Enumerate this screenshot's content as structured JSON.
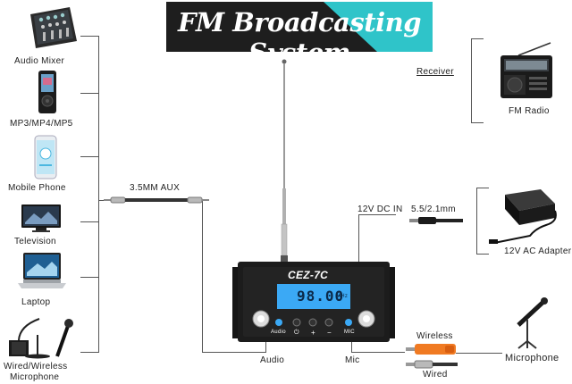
{
  "banner": {
    "title": "FM Broadcasting System",
    "colors": {
      "dark": "#1e1e1e",
      "accent": "#2fc4c9"
    }
  },
  "sources": [
    {
      "label": "Audio Mixer",
      "icon": "audio-mixer-icon"
    },
    {
      "label": "MP3/MP4/MP5",
      "icon": "mp3-player-icon"
    },
    {
      "label": "Mobile Phone",
      "icon": "mobile-phone-icon"
    },
    {
      "label": "Television",
      "icon": "television-icon"
    },
    {
      "label": "Laptop",
      "icon": "laptop-icon"
    },
    {
      "label": "Wired/Wireless",
      "label2": "Microphone",
      "icon": "microphone-stand-icon"
    }
  ],
  "cable": {
    "aux_label": "3.5MM AUX"
  },
  "transmitter": {
    "model": "CEZ-7C",
    "frequency": "98.00",
    "unit": "MHz",
    "audio_label": "Audio",
    "mic_label": "MIC",
    "lcd_color": "#3ba9f5"
  },
  "power": {
    "dc_in_label": "12V DC IN",
    "plug_label": "5.5/2.1mm",
    "adapter_label": "12V AC Adapter"
  },
  "receiver": {
    "title": "Receiver",
    "radio_label": "FM Radio"
  },
  "bottom": {
    "audio_label": "Audio",
    "mic_label": "Mic",
    "wireless_label": "Wireless",
    "wired_label": "Wired",
    "microphone_label": "Microphone"
  }
}
